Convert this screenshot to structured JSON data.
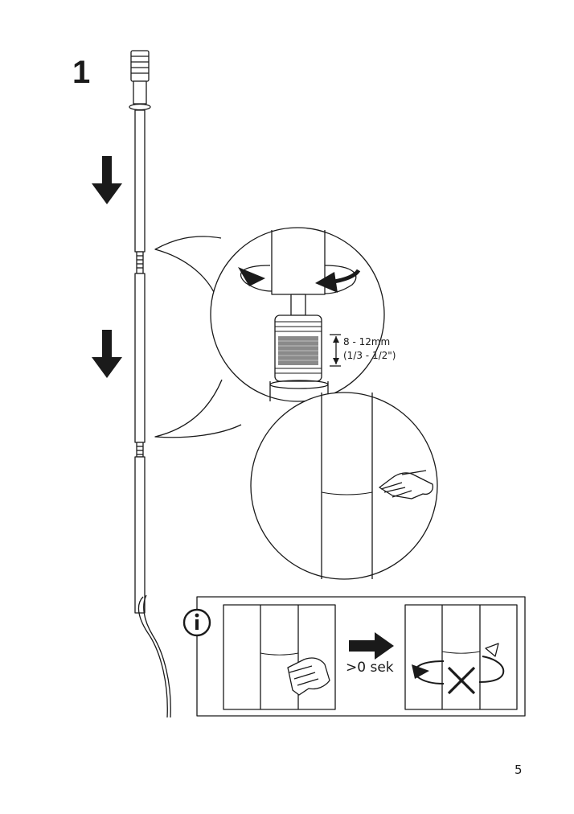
{
  "step": {
    "number": "1"
  },
  "detail": {
    "measurement_mm": "8 - 12mm",
    "measurement_in": "(1/3 - 1/2\")"
  },
  "info_box": {
    "duration_label": ">0 sek"
  },
  "page": {
    "number": "5"
  },
  "icons": [
    "down-arrow-icon",
    "info-icon",
    "pointing-hand-icon",
    "right-arrow-icon",
    "rotate-arrow-icon",
    "cross-icon"
  ]
}
